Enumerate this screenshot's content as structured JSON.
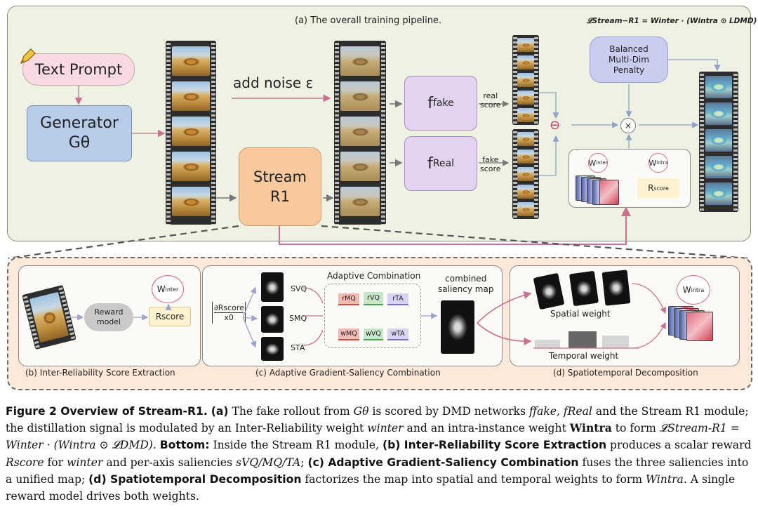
{
  "top": {
    "title": "(a) The overall training pipeline.",
    "formula": "𝓛Stream−R1 = Winter · (Wintra ⊙ LDMD)",
    "text_prompt": "Text Prompt",
    "generator": "Generator",
    "generator_sub": "Gθ",
    "add_noise": "add noise ε",
    "stream_r1": "Stream\nR1",
    "f_fake": "f",
    "f_fake_sub": "fake",
    "f_real": "f",
    "f_real_sub": "Real",
    "real_score": "real\nscore",
    "fake_score": "fake\nscore",
    "minus": "⊖",
    "times": "×",
    "penalty": "Balanced\nMulti-Dim\nPenalty",
    "w_inter": "W",
    "w_inter_sub": "inter",
    "w_intra": "W",
    "w_intra_sub": "intra",
    "r_score": "R",
    "r_score_sub": "score"
  },
  "panel_b": {
    "caption": "(b)  Inter-Reliability Score Extraction",
    "reward_model": "Reward\nmodel",
    "rscore": "Rscore",
    "w_inter": "W",
    "w_inter_sub": "inter"
  },
  "panel_c": {
    "caption": "(c)  Adaptive Gradient-Saliency Combination",
    "grad_num": "∂Rscore",
    "grad_den": "x0",
    "s_vq": "SVQ",
    "s_mq": "SMQ",
    "s_ta": "STA",
    "adaptive": "Adaptive Combination",
    "r_mq": "rMQ",
    "r_vq": "rVQ",
    "r_ta": "rTA",
    "w_mq": "wMQ",
    "w_vq": "wVQ",
    "w_ta": "wTA",
    "combined": "combined\nsaliency map"
  },
  "panel_d": {
    "caption": "(d)  Spatiotemporal Decomposition",
    "spatial": "Spatial weight",
    "temporal": "Temporal weight",
    "w_intra": "W",
    "w_intra_sub": "intra"
  },
  "caption": {
    "fig": "Figure 2  Overview of Stream-R1.",
    "a_lbl": "(a)",
    "a_text1": " The fake rollout from ",
    "g_theta": "Gθ",
    "a_text2": " is scored by DMD networks ",
    "ffake_freal": "ffake, fReal",
    "a_text3": " and the Stream R1 module; the distillation signal is modulated by an Inter-Reliability weight ",
    "winter": "winter",
    "a_text4": " and an intra-instance weight ",
    "Wintra": "Wintra",
    "a_text5": " to form ",
    "loss": "𝓛Stream-R1 = Winter · (Wintra ⊙ 𝓛DMD)",
    "a_text6": ". ",
    "bottom_lbl": "Bottom:",
    "bottom_text": " Inside the Stream R1 module, ",
    "b_lbl": "(b) Inter-Reliability Score Extraction",
    "b_text1": " produces a scalar reward ",
    "rscore": "Rscore",
    "b_text2": " for ",
    "b_winter": "winter",
    "b_text3": " and per-axis saliencies ",
    "svq": "sVQ/MQ/TA",
    "b_text4": "; ",
    "c_lbl": "(c) Adaptive Gradient-Saliency Combination",
    "c_text": " fuses the three saliencies into a unified map; ",
    "d_lbl": "(d) Spatiotemporal Decomposition",
    "d_text1": " factorizes the map into spatial and temporal weights to form ",
    "d_wintra": "Wintra",
    "d_text2": ". A single reward model drives both weights."
  }
}
